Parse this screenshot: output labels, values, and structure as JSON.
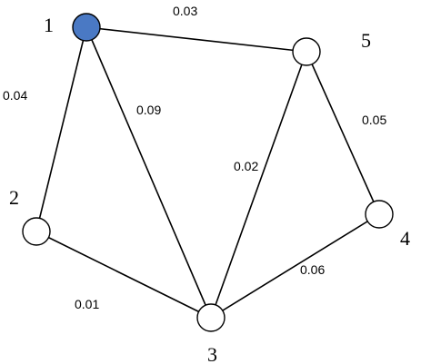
{
  "graph": {
    "nodes": [
      {
        "id": "1",
        "label": "1",
        "fill": "#4a79c4"
      },
      {
        "id": "2",
        "label": "2",
        "fill": "#ffffff"
      },
      {
        "id": "3",
        "label": "3",
        "fill": "#ffffff"
      },
      {
        "id": "4",
        "label": "4",
        "fill": "#ffffff"
      },
      {
        "id": "5",
        "label": "5",
        "fill": "#ffffff"
      }
    ],
    "edges": [
      {
        "from": "1",
        "to": "5",
        "label": "0.03"
      },
      {
        "from": "1",
        "to": "2",
        "label": "0.04"
      },
      {
        "from": "1",
        "to": "3",
        "label": "0.09"
      },
      {
        "from": "5",
        "to": "3",
        "label": "0.02"
      },
      {
        "from": "5",
        "to": "4",
        "label": "0.05"
      },
      {
        "from": "2",
        "to": "3",
        "label": "0.01"
      },
      {
        "from": "4",
        "to": "3",
        "label": "0.06"
      }
    ]
  },
  "colors": {
    "stroke": "#000000",
    "highlight": "#4a79c4",
    "background": "#ffffff"
  }
}
